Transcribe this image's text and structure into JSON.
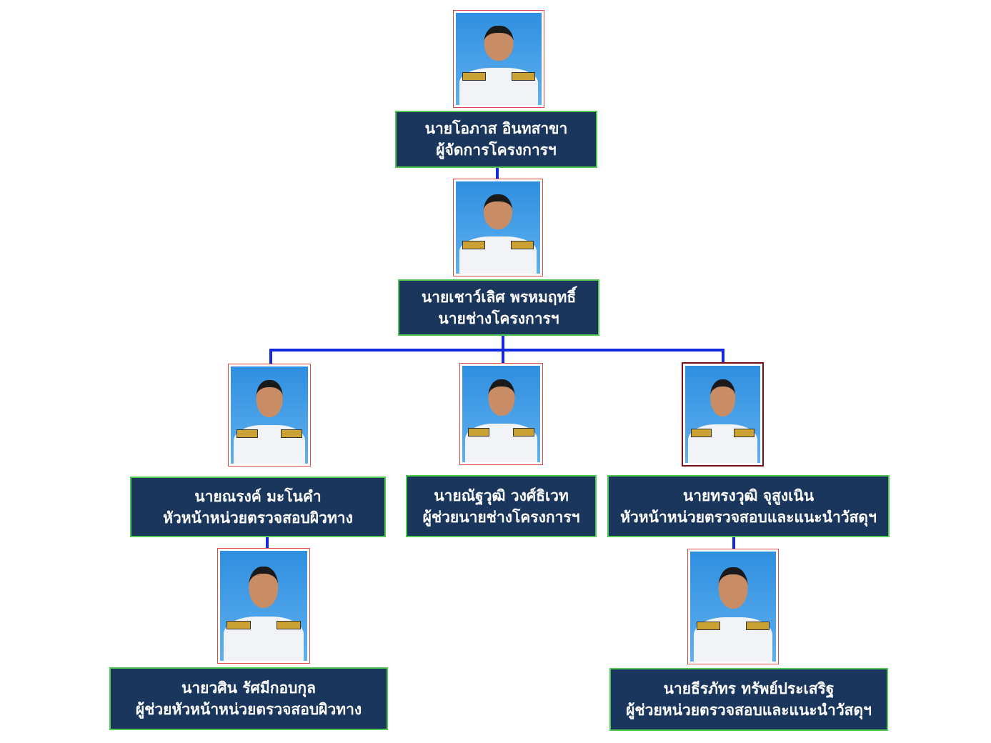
{
  "nodes": [
    {
      "name": "นายโอภาส  อินทสาขา",
      "role": "ผู้จัดการโครงการฯ"
    },
    {
      "name": "นายเชาว์เลิศ  พรหมฤทธิ์",
      "role": "นายช่างโครงการฯ"
    },
    {
      "name": "นายณรงค์  มะโนคำ",
      "role": "หัวหน้าหน่วยตรวจสอบผิวทาง"
    },
    {
      "name": "นายณัฐวุฒิ  วงศ์ธิเวท",
      "role": "ผู้ช่วยนายช่างโครงการฯ"
    },
    {
      "name": "นายทรงวุฒิ  จุสูงเนิน",
      "role": "หัวหน้าหน่วยตรวจสอบและแนะนำวัสดุฯ"
    },
    {
      "name": "นายวศิน  รัศมีกอบกุล",
      "role": "ผู้ช่วยหัวหน้าหน่วยตรวจสอบผิวทาง"
    },
    {
      "name": "นายธีรภัทร  ทรัพย์ประเสริฐ",
      "role": "ผู้ช่วยหน่วยตรวจสอบและแนะนำวัสดุฯ"
    }
  ],
  "colors": {
    "box": "#1b365d",
    "box_border": "#4fc94f",
    "connector": "#1428e0",
    "photo_border": "#e04848"
  }
}
